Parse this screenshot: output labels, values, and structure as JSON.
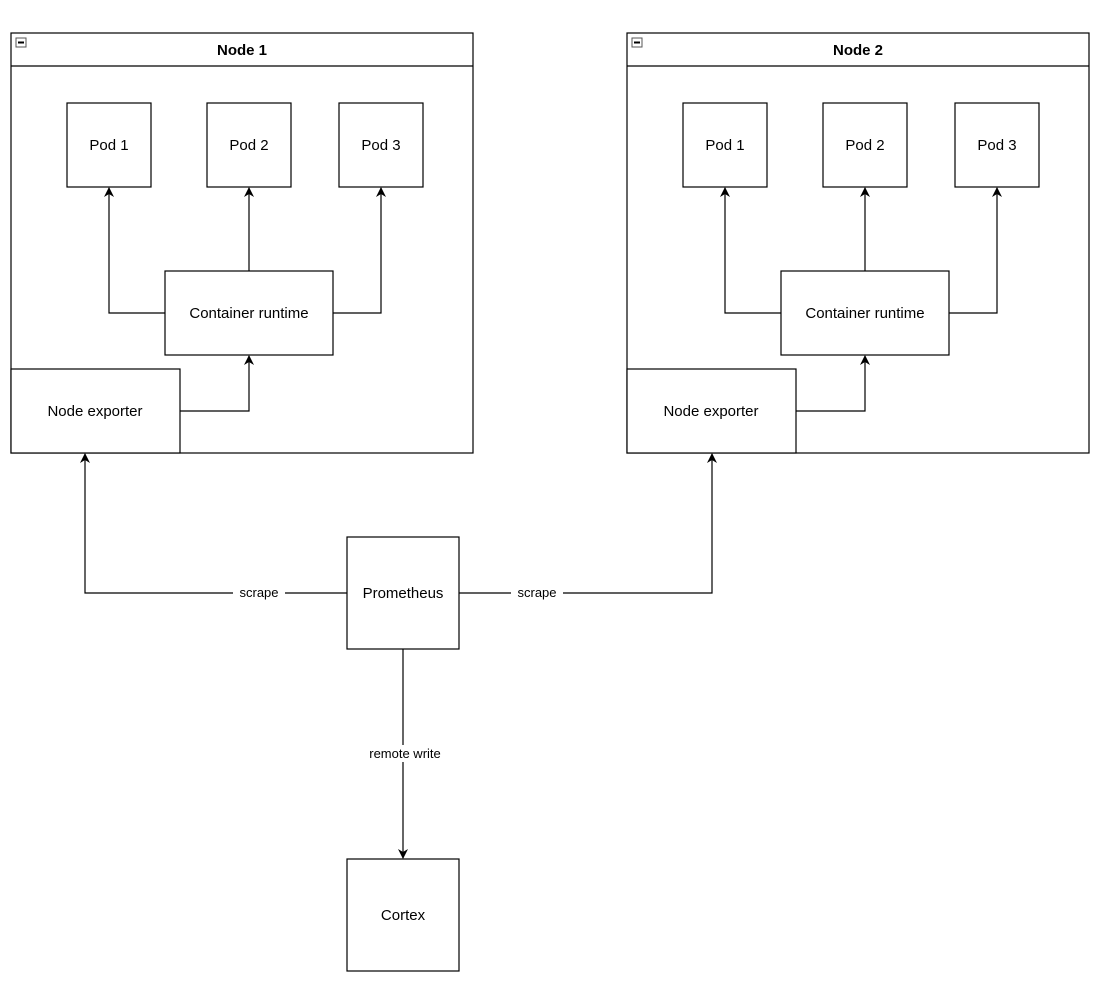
{
  "nodes": [
    {
      "title": "Node 1",
      "pods": [
        "Pod 1",
        "Pod 2",
        "Pod 3"
      ],
      "runtime": "Container runtime",
      "exporter": "Node exporter"
    },
    {
      "title": "Node 2",
      "pods": [
        "Pod 1",
        "Pod 2",
        "Pod 3"
      ],
      "runtime": "Container runtime",
      "exporter": "Node exporter"
    }
  ],
  "prometheus": {
    "label": "Prometheus"
  },
  "cortex": {
    "label": "Cortex"
  },
  "edges": {
    "scrape_left": "scrape",
    "scrape_right": "scrape",
    "remote_write": "remote write"
  },
  "icons": {
    "collapse": "collapse-icon"
  }
}
